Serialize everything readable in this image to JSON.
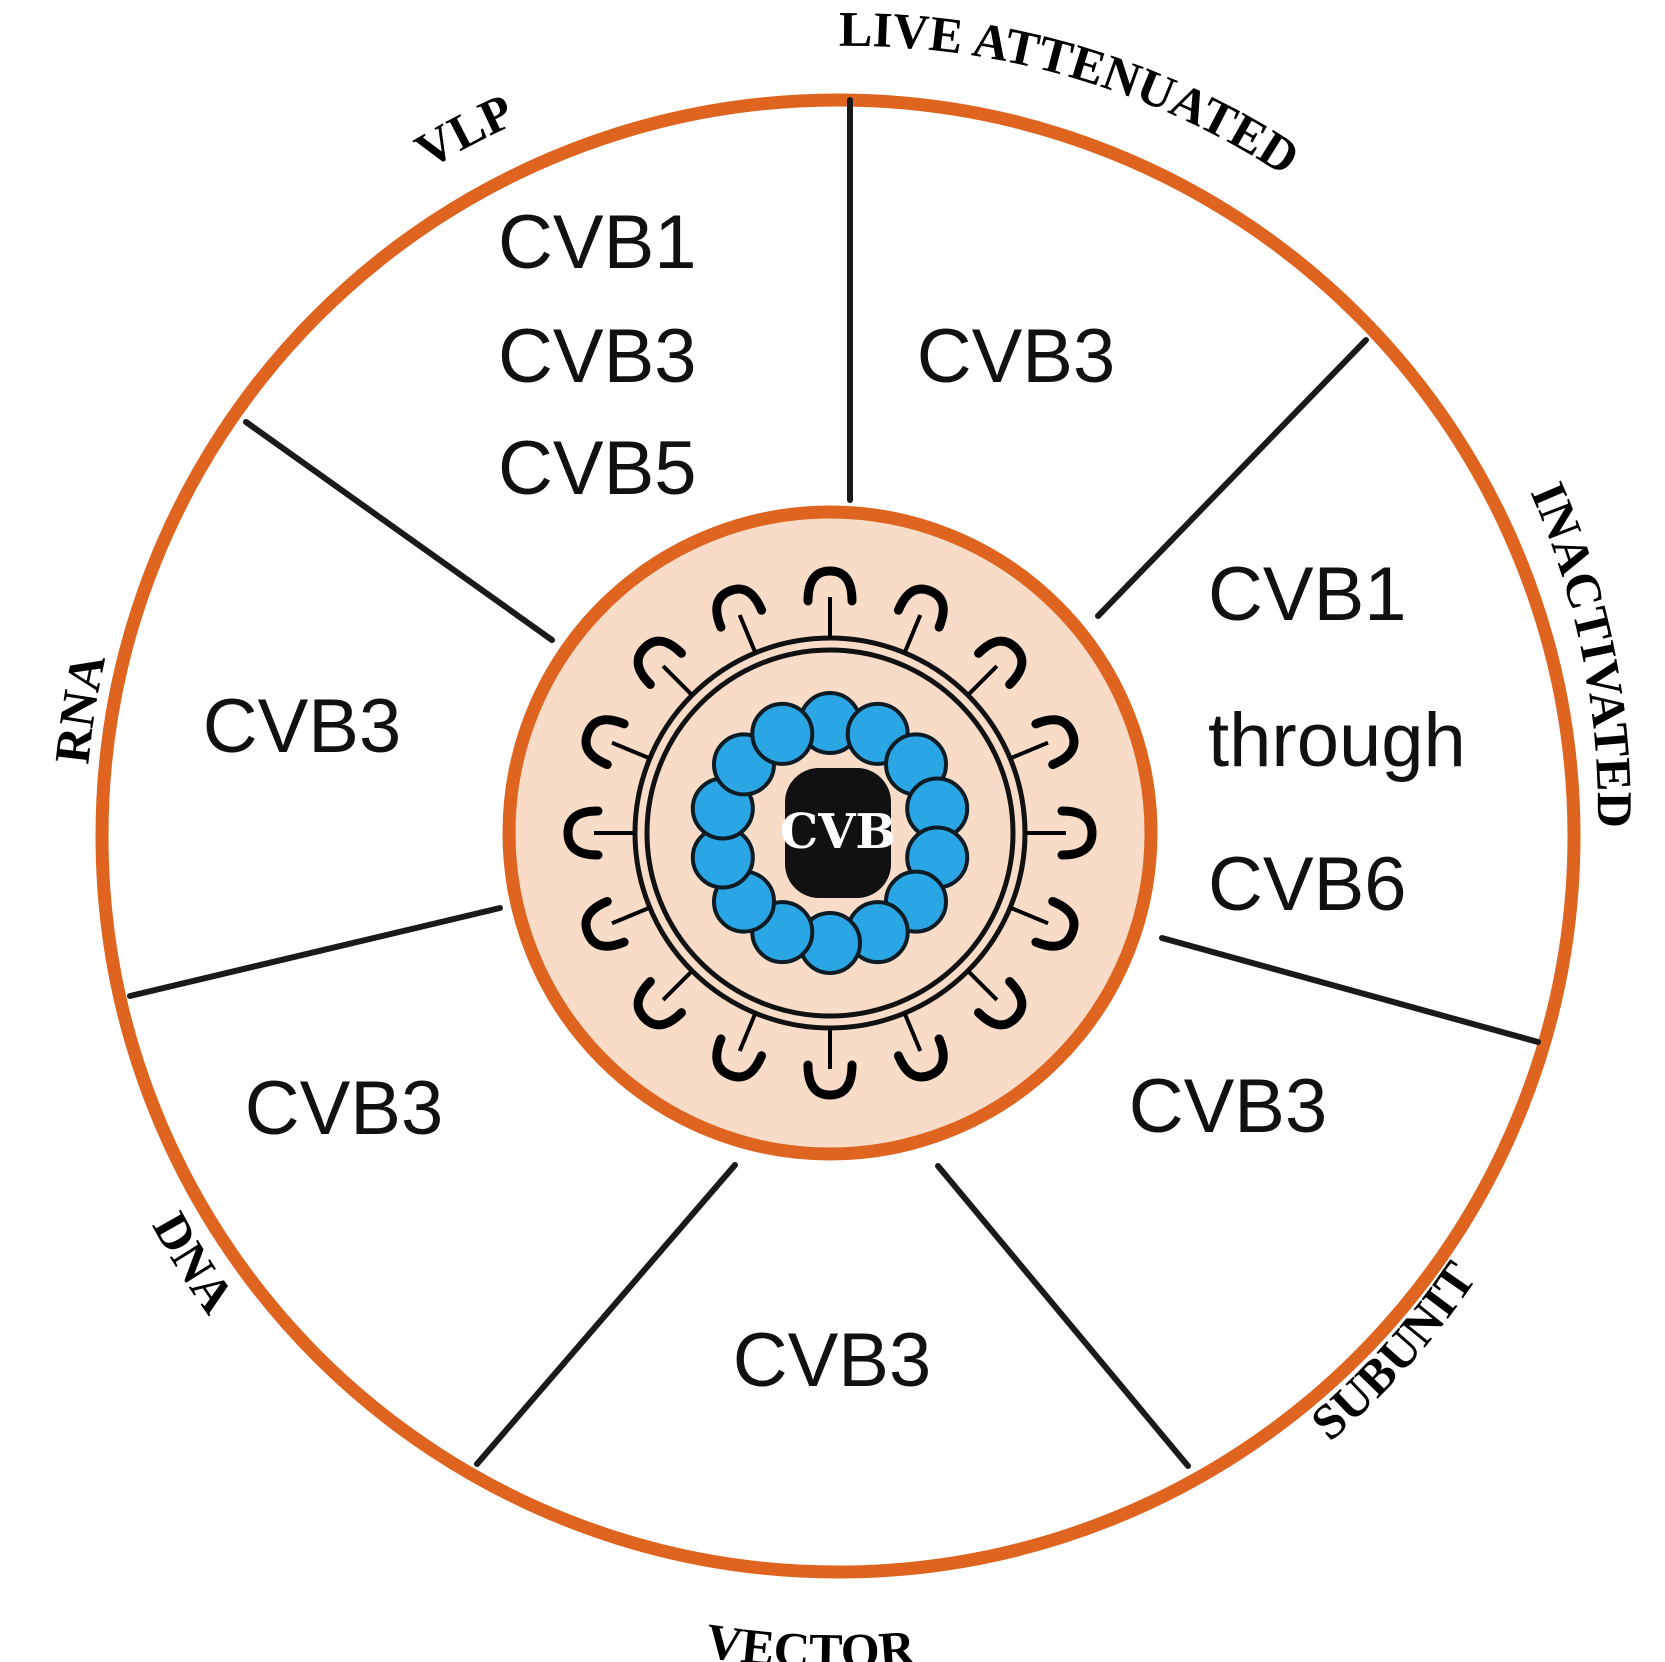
{
  "center": {
    "label": "CVB"
  },
  "segments": [
    {
      "category": "LIVE ATTENUATED",
      "lines": [
        "CVB3"
      ]
    },
    {
      "category": "INACTIVATED",
      "lines": [
        "CVB1",
        "through",
        "CVB6"
      ]
    },
    {
      "category": "SUBUNIT",
      "lines": [
        "CVB3"
      ]
    },
    {
      "category": "VECTOR",
      "lines": [
        "CVB3"
      ]
    },
    {
      "category": "DNA",
      "lines": [
        "CVB3"
      ]
    },
    {
      "category": "RNA",
      "lines": [
        "CVB3"
      ]
    },
    {
      "category": "VLP",
      "lines": [
        "CVB1",
        "CVB3",
        "CVB5"
      ]
    }
  ],
  "colors": {
    "ring": "#de6420",
    "inner_fill": "#f8dcc8",
    "capsomer": "#29a6e3",
    "divider": "#1a1a1a"
  }
}
